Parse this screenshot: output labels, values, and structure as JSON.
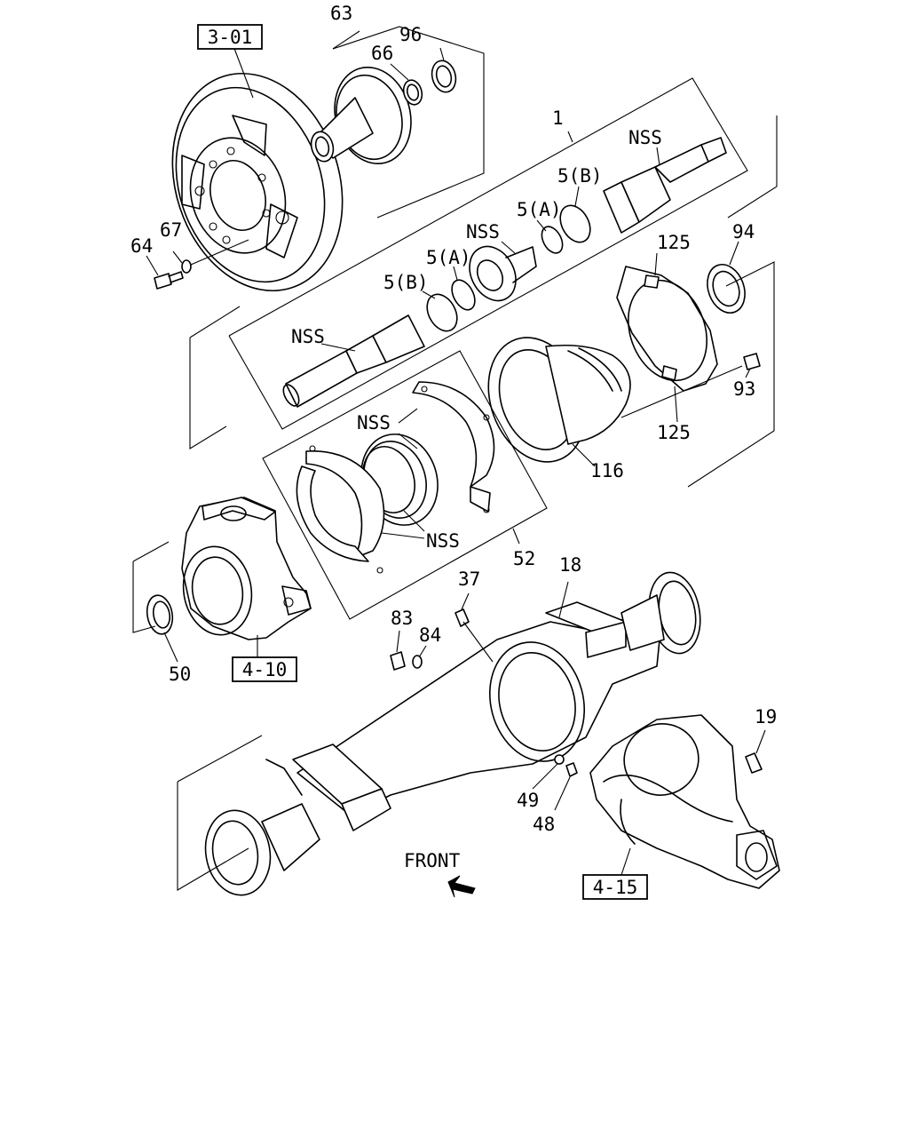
{
  "labels": {
    "ref_3_01": "3-01",
    "ref_4_10": "4-10",
    "ref_4_15": "4-15",
    "p63": "63",
    "p96": "96",
    "p66": "66",
    "p1": "1",
    "nss_top": "NSS",
    "p5b_top": "5(B)",
    "p5a_top": "5(A)",
    "nss_mid": "NSS",
    "p5a_mid": "5(A)",
    "p5b_mid": "5(B)",
    "p64": "64",
    "p67": "67",
    "nss_shaft": "NSS",
    "p125_top": "125",
    "p94": "94",
    "p93": "93",
    "p125_bot": "125",
    "p116": "116",
    "nss_seal_top": "NSS",
    "nss_seal_bot": "NSS",
    "p52": "52",
    "p18": "18",
    "p37": "37",
    "p83": "83",
    "p84": "84",
    "p50": "50",
    "p19": "19",
    "p49": "49",
    "p48": "48",
    "front": "FRONT"
  }
}
